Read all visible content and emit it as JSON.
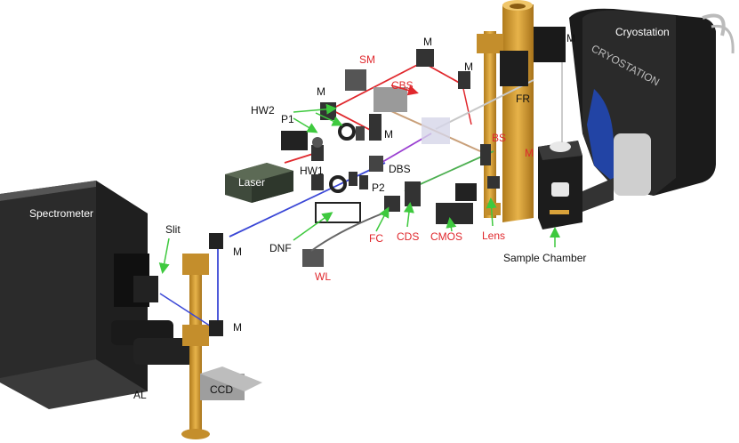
{
  "labels": {
    "spectrometer": "Spectrometer",
    "cryostation": "Cryostation",
    "cryostation_side": "CRYOSTATION",
    "laser": "Laser",
    "slit": "Slit",
    "al": "AL",
    "ccd": "CCD",
    "dnf": "DNF",
    "wl": "WL",
    "fc": "FC",
    "cds": "CDS",
    "cmos": "CMOS",
    "lens": "Lens",
    "sample_chamber": "Sample Chamber",
    "hw1": "HW1",
    "hw2": "HW2",
    "p1": "P1",
    "p2": "P2",
    "dbs": "DBS",
    "sm": "SM",
    "cbs": "CBS",
    "bs": "BS",
    "fr": "FR",
    "m": "M"
  },
  "colors": {
    "red_label": "#e0282d",
    "black_label": "#111111",
    "green_arrow": "#3ec93e",
    "blue_beam": "#3a47d6",
    "red_beam": "#e0282d",
    "purple_beam": "#9a3fd1",
    "green_beam": "#4caf50",
    "gold_post": "#d9a23a",
    "laser_box": "#3f4a3c",
    "spectrometer_box": "#2b2b2b",
    "cryostation_box": "#1b1b1b"
  }
}
